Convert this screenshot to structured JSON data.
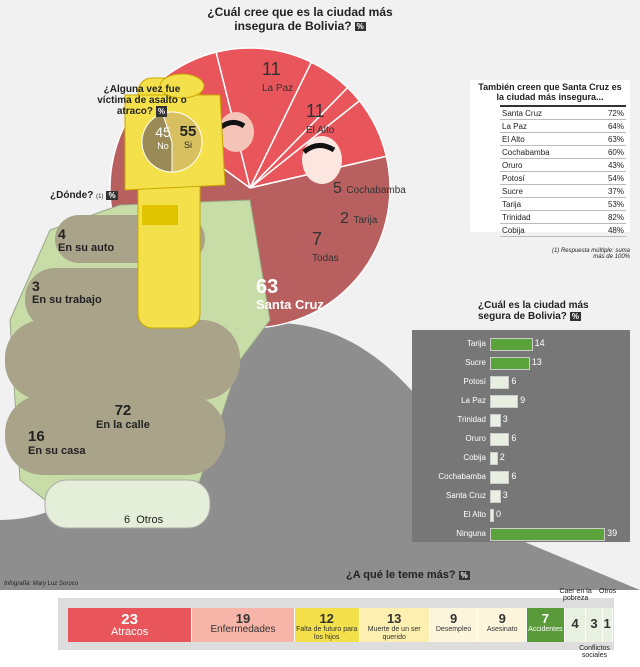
{
  "titles": {
    "insecure": "¿Cuál cree que es la ciudad más insegura de Bolivia?",
    "victim": "¿Alguna vez fue víctima de asalto o atraco?",
    "where": "¿Dónde?",
    "where_note": "(1)",
    "also": "También creen que Santa Cruz es la ciudad más insegura...",
    "footnote": "(1) Respuesta múltiple: suma más de 100%",
    "safest": "¿Cuál es la ciudad más segura de Bolivia?",
    "fear": "¿A qué le teme más?",
    "credit": "Infografía: Mary Luz Soruco"
  },
  "pct_icon": "%",
  "colors": {
    "accent": "#e8555a",
    "dark_red": "#b86060",
    "yellow": "#f4e04a",
    "green": "#5a9a3a",
    "hand": "#c8dca8"
  },
  "chart_data": [
    {
      "type": "pie",
      "title": "¿Cuál cree que es la ciudad más insegura de Bolivia?",
      "slices": [
        {
          "label": "Santa Cruz",
          "value": 63
        },
        {
          "label": "La Paz",
          "value": 11
        },
        {
          "label": "El Alto",
          "value": 11
        },
        {
          "label": "Cochabamba",
          "value": 5
        },
        {
          "label": "Tarija",
          "value": 2
        },
        {
          "label": "Todas",
          "value": 7
        }
      ]
    },
    {
      "type": "pie",
      "title": "¿Alguna vez fue víctima de asalto o atraco?",
      "slices": [
        {
          "label": "No",
          "value": 45
        },
        {
          "label": "Si",
          "value": 55
        }
      ]
    },
    {
      "type": "bar",
      "title": "¿Dónde?",
      "categories": [
        "En su auto",
        "En su trabajo",
        "En la calle",
        "En su casa",
        "Otros"
      ],
      "values": [
        4,
        3,
        72,
        16,
        6
      ]
    },
    {
      "type": "table",
      "title": "También creen que Santa Cruz es la ciudad más insegura...",
      "rows": [
        {
          "label": "Santa Cruz",
          "value": "72%"
        },
        {
          "label": "La Paz",
          "value": "64%"
        },
        {
          "label": "El Alto",
          "value": "63%"
        },
        {
          "label": "Cochabamba",
          "value": "60%"
        },
        {
          "label": "Oruro",
          "value": "43%"
        },
        {
          "label": "Potosí",
          "value": "54%"
        },
        {
          "label": "Sucre",
          "value": "37%"
        },
        {
          "label": "Tarija",
          "value": "53%"
        },
        {
          "label": "Trinidad",
          "value": "82%"
        },
        {
          "label": "Cobija",
          "value": "48%"
        }
      ]
    },
    {
      "type": "bar",
      "title": "¿Cuál es la ciudad más segura de Bolivia?",
      "categories": [
        "Tarija",
        "Sucre",
        "Potosí",
        "La Paz",
        "Trinidad",
        "Oruro",
        "Cobija",
        "Cochabamba",
        "Santa Cruz",
        "El Alto",
        "Ninguna"
      ],
      "values": [
        14,
        13,
        6,
        9,
        3,
        6,
        2,
        6,
        3,
        0,
        39
      ],
      "xlim": [
        0,
        40
      ]
    },
    {
      "type": "bar",
      "title": "¿A qué le teme más?",
      "categories": [
        "Atracos",
        "Enfermedades",
        "Falta de futuro para los hijos",
        "Muerte de un ser querido",
        "Desempleo",
        "Asesinato",
        "Accidentes",
        "Caer en la pobreza",
        "Conflictos sociales",
        "Otros"
      ],
      "values": [
        23,
        19,
        12,
        13,
        9,
        9,
        7,
        4,
        3,
        1
      ]
    }
  ]
}
